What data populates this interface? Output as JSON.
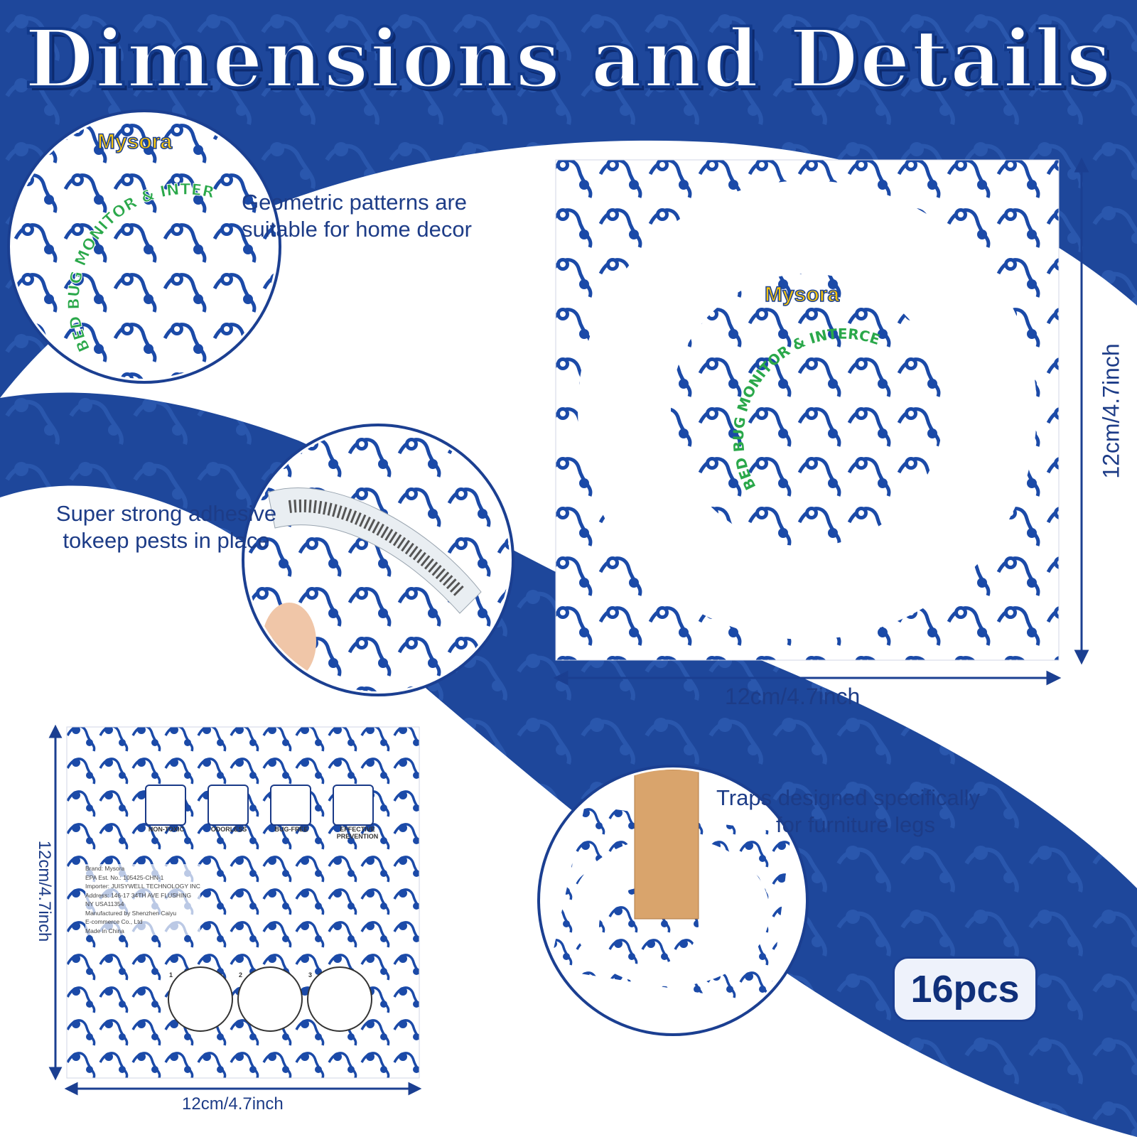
{
  "title": "Dimensions and Details",
  "features": {
    "patterns": [
      "Geometric patterns are",
      "suitable for home decor"
    ],
    "adhesive": [
      "Super strong adhesive",
      "tokeep pests in place"
    ],
    "furniture": [
      "Traps designed specifically",
      "for furniture legs"
    ]
  },
  "dimensions": {
    "large_width": "12cm/4.7inch",
    "large_height": "12cm/4.7inch",
    "small_width": "12cm/4.7inch",
    "small_height": "12cm/4.7inch"
  },
  "quantity_badge": "16pcs",
  "product": {
    "brand_logo": "Mysora",
    "ring_text": "BED BUG MONITOR & INTERCEPTOR",
    "icons": [
      {
        "label": "NON-TOXIC",
        "icon": "leaf-drop-icon"
      },
      {
        "label": "ODORLESS",
        "icon": "cloud-icon"
      },
      {
        "label": "BUG-FREE",
        "icon": "no-bug-icon"
      },
      {
        "label": "EFFECTIVE PREVENTION",
        "icon": "shield-check-icon"
      }
    ],
    "info_lines": [
      "Brand: Mysora",
      "EPA Est. No.: 105425-CHN-1",
      "Importer: JUISYWELL TECHNOLOGY INC",
      "Address: 146-17 34TH AVE FLUSHING",
      "NY USA11354",
      "Manufactured by Shenzhen Caiyu",
      "E-commerce Co., Ltd",
      "Made in China"
    ],
    "steps": [
      "1",
      "2",
      "3"
    ]
  },
  "colors": {
    "navy": "#1b3f91",
    "dark_navy": "#123a8c",
    "text_blue": "#1d3c87",
    "ring_green": "#2aa84a",
    "logo_yellow": "#f2c20d"
  }
}
